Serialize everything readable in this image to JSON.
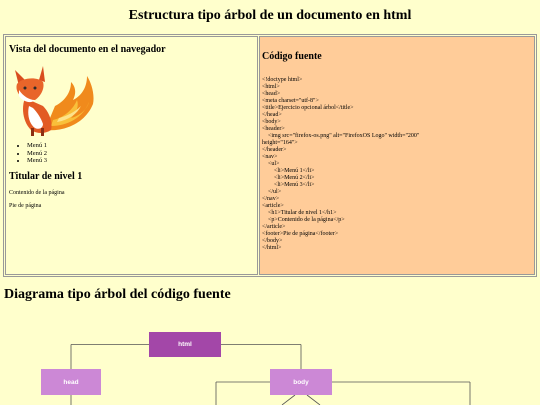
{
  "page": {
    "title": "Estructura tipo árbol de un documento en html"
  },
  "preview": {
    "heading": "Vista del documento en el navegador",
    "logo": "firefox-logo-icon",
    "menu_items": [
      "Menú 1",
      "Menú 2",
      "Menú 3"
    ],
    "h1": "Titular de nivel 1",
    "paragraph": "Contenido de la página",
    "footer": "Pie de página"
  },
  "source": {
    "heading": "Código fuente",
    "lines": [
      "<!doctype html>",
      "<html>",
      "<head>",
      "<meta charset=\"utf-8\">",
      "<title>Ejercicio opcional árbol</title>",
      "</head>",
      "<body>",
      "<header>",
      "    <img src=\"firefox-os.png\" alt=\"FirefoxOS Logo\" width=\"200\"",
      "height=\"164\">",
      "</header>",
      "<nav>",
      "    <ul>",
      "        <li>Menú 1</li>",
      "        <li>Menú 2</li>",
      "        <li>Menú 3</li>",
      "    </ul>",
      "</nav>",
      "<article>",
      "    <h1>Titular de nivel 1</h1>",
      "    <p>Contenido de la página</p>",
      "</article>",
      "<footer>Pie de página</footer>",
      "</body>",
      "</html>"
    ]
  },
  "diagram": {
    "title": "Diagrama tipo árbol del código fuente",
    "nodes": {
      "root": "html",
      "left": "head",
      "right": "body"
    },
    "colors": {
      "root": "#a347a8",
      "child": "#cc88d6"
    }
  }
}
